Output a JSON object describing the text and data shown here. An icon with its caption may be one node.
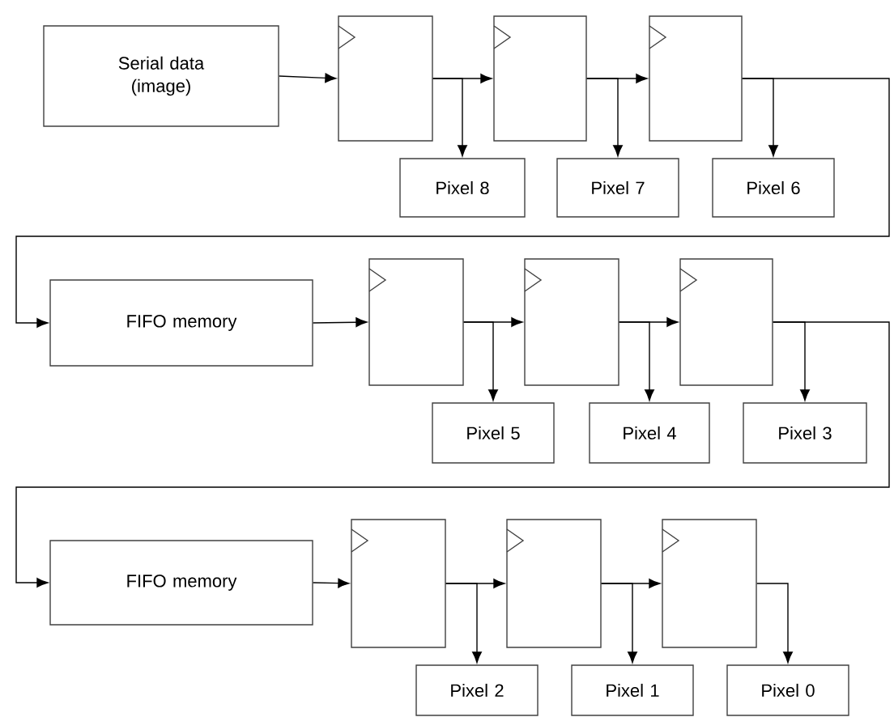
{
  "diagram": {
    "nodes": [
      {
        "text": [
          "Serial data (image)"
        ]
      },
      {
        "text": [],
        "shape": "box"
      },
      {
        "text": [],
        "shape": "box"
      },
      {
        "text": [],
        "shape": "box"
      },
      {
        "text": [
          "Pixel 8"
        ]
      },
      {
        "text": [
          "Pixel 7"
        ]
      },
      {
        "text": [
          "Pixel 6"
        ]
      },
      {
        "text": [
          "FIFO memory"
        ]
      },
      {
        "text": [],
        "shape": "box"
      },
      {
        "text": [],
        "shape": "box"
      },
      {
        "text": [],
        "shape": "box"
      },
      {
        "text": [
          "Pixel 5"
        ]
      },
      {
        "text": [
          "Pixel 4"
        ]
      },
      {
        "text": [
          "Pixel 3"
        ]
      },
      {
        "text": [
          "FIFO memory"
        ]
      },
      {
        "text": [],
        "shape": "box"
      },
      {
        "text": [],
        "shape": "box"
      },
      {
        "text": [],
        "shape": "box"
      },
      {
        "text": [
          "Pixel 2"
        ]
      },
      {
        "text": [
          "Pixel 1"
        ]
      },
      {
        "text": [
          "Pixel 0"
        ]
      }
    ],
    "edges": [
      {
        "from": 0,
        "to": 1,
        "arrow": "to"
      },
      {
        "from": 1,
        "to": 2,
        "arrow": "to"
      },
      {
        "from": 2,
        "to": 3,
        "arrow": "to"
      },
      {
        "from": 1,
        "to": 4,
        "arrow": "to"
      },
      {
        "from": 2,
        "to": 5,
        "arrow": "to"
      },
      {
        "from": 3,
        "to": 6,
        "arrow": "to"
      },
      {
        "from": 3,
        "to": 7,
        "arrow": "to"
      },
      {
        "from": 7,
        "to": 8,
        "arrow": "to"
      },
      {
        "from": 8,
        "to": 9,
        "arrow": "to"
      },
      {
        "from": 9,
        "to": 10,
        "arrow": "to"
      },
      {
        "from": 8,
        "to": 11,
        "arrow": "to"
      },
      {
        "from": 9,
        "to": 12,
        "arrow": "to"
      },
      {
        "from": 10,
        "to": 13,
        "arrow": "to"
      },
      {
        "from": 10,
        "to": 14,
        "arrow": "to"
      },
      {
        "from": 14,
        "to": 15,
        "arrow": "to"
      },
      {
        "from": 15,
        "to": 16,
        "arrow": "to"
      },
      {
        "from": 16,
        "to": 17,
        "arrow": "to"
      },
      {
        "from": 15,
        "to": 18,
        "arrow": "to"
      },
      {
        "from": 16,
        "to": 19,
        "arrow": "to"
      },
      {
        "from": 17,
        "to": 20,
        "arrow": "to"
      }
    ]
  }
}
